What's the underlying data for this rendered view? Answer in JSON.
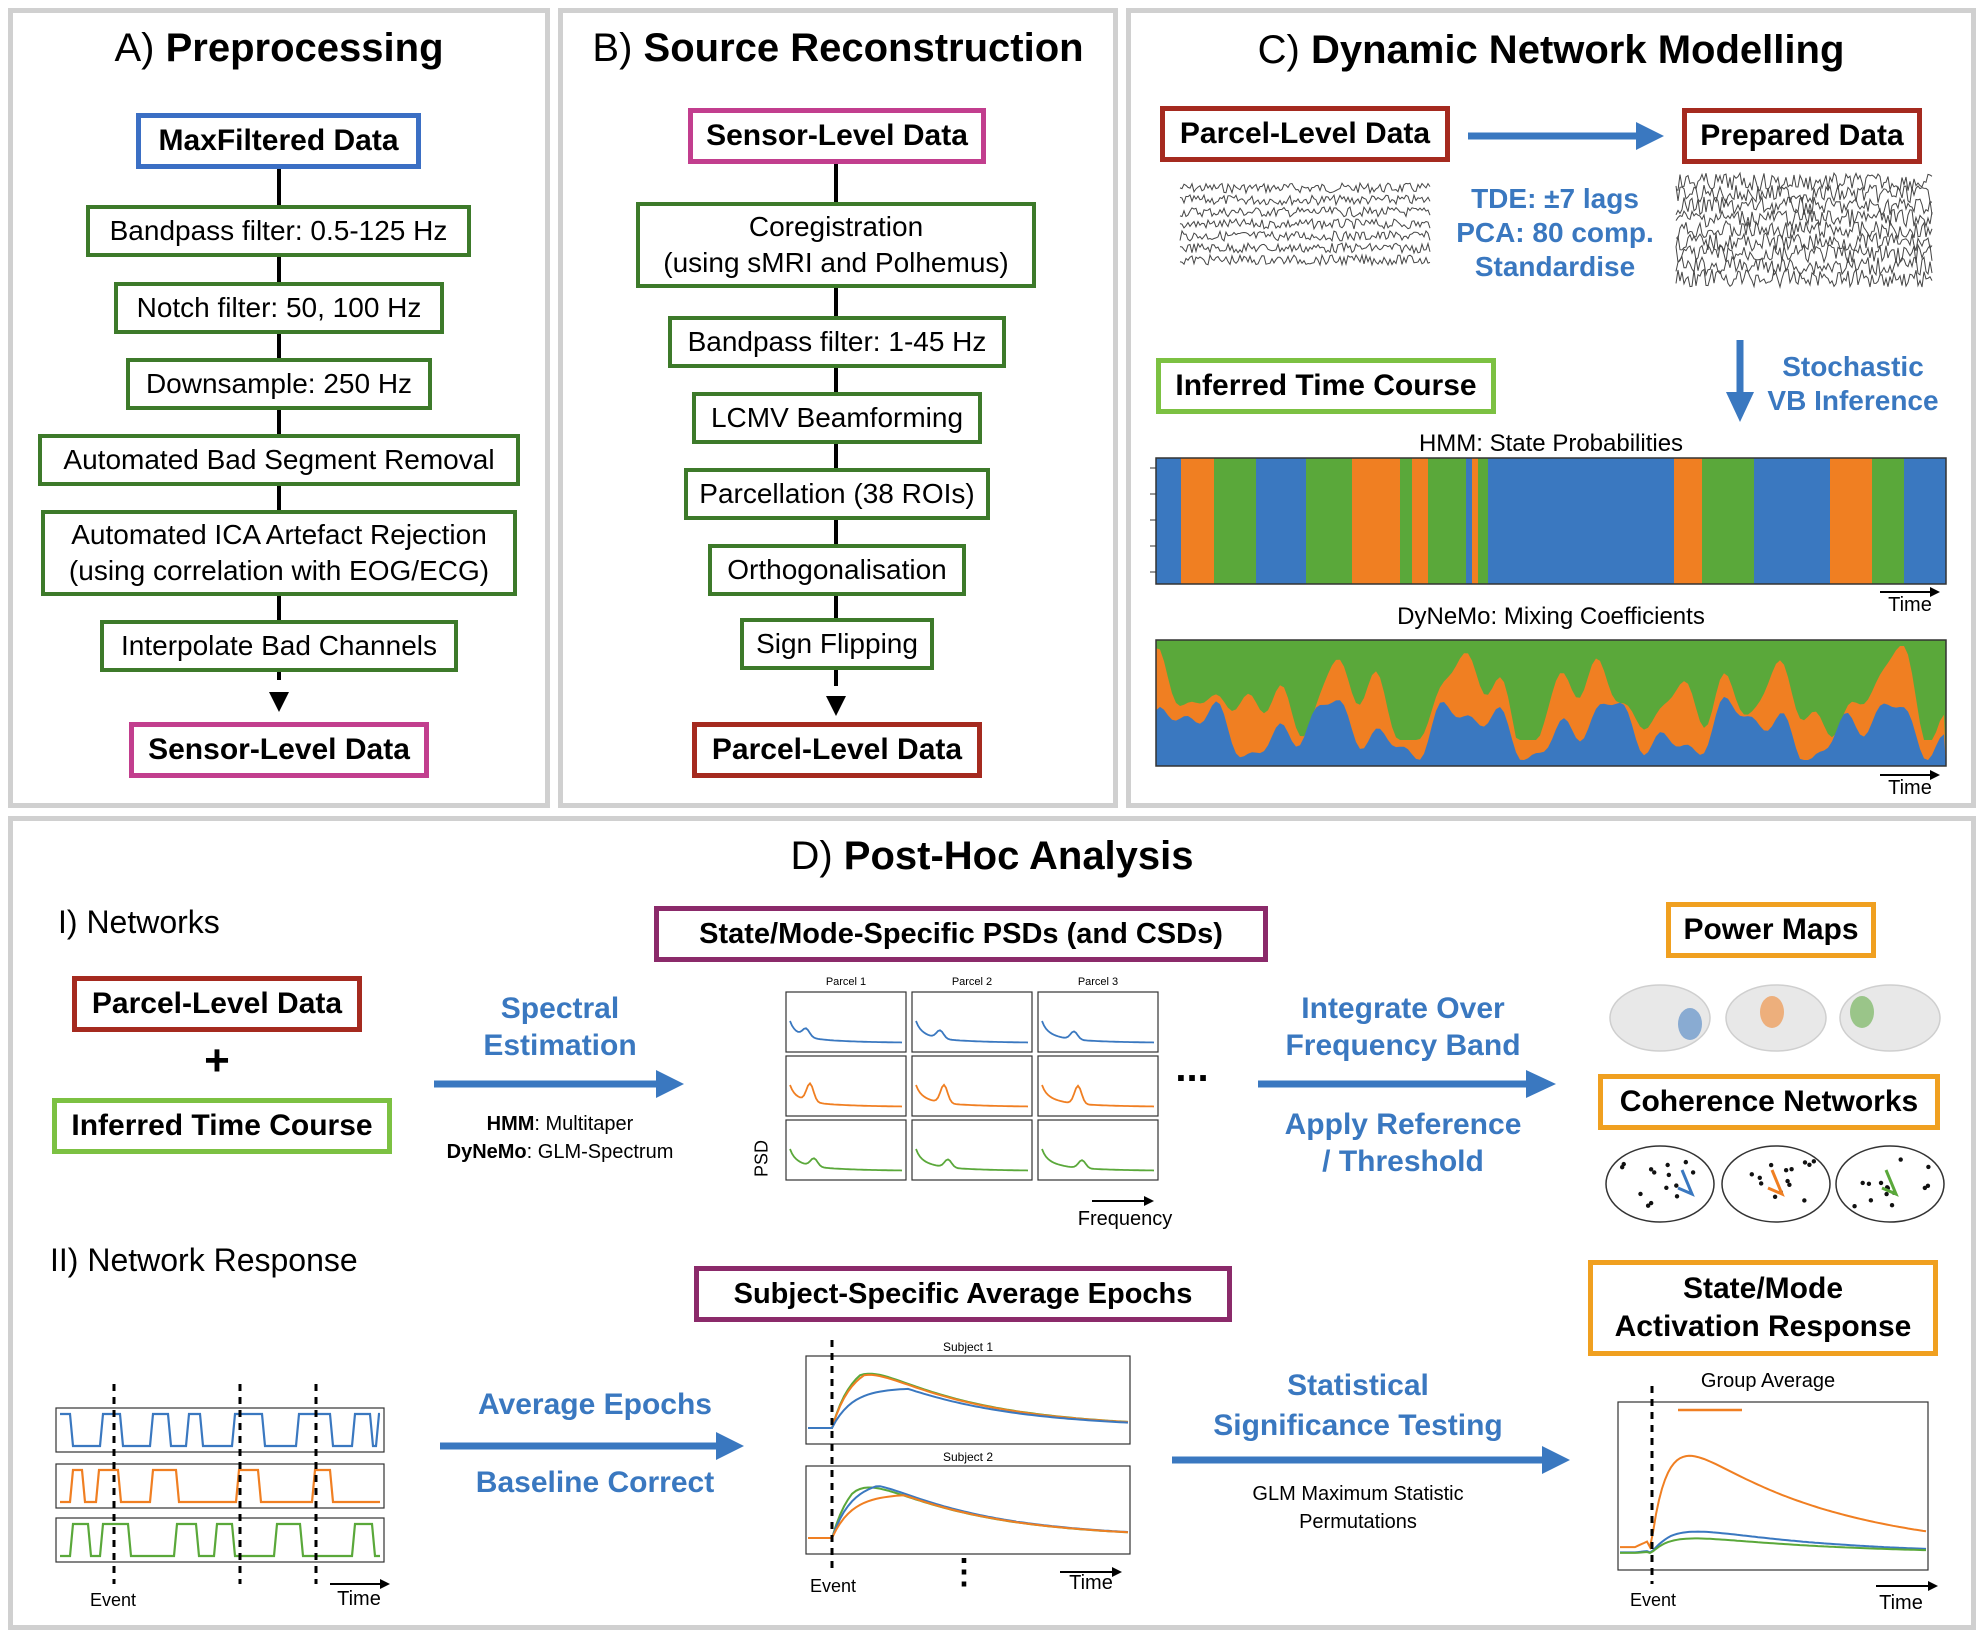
{
  "panels": {
    "a": {
      "letter": "A)",
      "title": "Preprocessing",
      "input": "MaxFiltered Data",
      "steps": [
        "Bandpass filter: 0.5-125 Hz",
        "Notch filter: 50, 100 Hz",
        "Downsample: 250 Hz",
        "Automated Bad Segment Removal",
        "Automated ICA Artefact Rejection",
        "(using correlation with EOG/ECG)",
        "Interpolate Bad Channels"
      ],
      "output": "Sensor-Level Data"
    },
    "b": {
      "letter": "B)",
      "title": "Source Reconstruction",
      "input": "Sensor-Level Data",
      "steps": [
        "Coregistration",
        "(using sMRI and Polhemus)",
        "Bandpass filter: 1-45 Hz",
        "LCMV Beamforming",
        "Parcellation (38 ROIs)",
        "Orthogonalisation",
        "Sign Flipping"
      ],
      "output": "Parcel-Level Data"
    },
    "c": {
      "letter": "C)",
      "title": "Dynamic Network Modelling",
      "parcel": "Parcel-Level Data",
      "prepared": "Prepared Data",
      "prep_steps": [
        "TDE: ±7 lags",
        "PCA: 80 comp.",
        "Standardise"
      ],
      "inference": [
        "Stochastic",
        "VB Inference"
      ],
      "itc": "Inferred Time Course",
      "hmm_title": "HMM: State Probabilities",
      "dynemo_title": "DyNeMo: Mixing Coefficients",
      "time": "Time"
    },
    "d": {
      "letter": "D)",
      "title": "Post-Hoc Analysis",
      "net_label": "I) Networks",
      "resp_label": "II) Network Response",
      "parcel": "Parcel-Level Data",
      "plus": "+",
      "itc": "Inferred Time Course",
      "spectral": [
        "Spectral",
        "Estimation"
      ],
      "hmm_bold": "HMM",
      "hmm_method": ": Multitaper",
      "dynemo_bold": "DyNeMo",
      "dynemo_method": ": GLM-Spectrum",
      "psd_box": "State/Mode-Specific PSDs (and CSDs)",
      "parcels": [
        "Parcel 1",
        "Parcel 2",
        "Parcel 3"
      ],
      "psd_label": "PSD",
      "freq_label": "Frequency",
      "dots": "...",
      "integrate": [
        "Integrate Over",
        "Frequency Band"
      ],
      "apply": [
        "Apply Reference",
        "/ Threshold"
      ],
      "power_maps": "Power Maps",
      "coherence": "Coherence Networks",
      "avg_epochs": "Average Epochs",
      "baseline": "Baseline Correct",
      "subject_box": "Subject-Specific Average Epochs",
      "subjects": [
        "Subject 1",
        "Subject 2"
      ],
      "event": "Event",
      "time": "Time",
      "vdots": "⋮",
      "stat": [
        "Statistical",
        "Significance Testing"
      ],
      "glm": [
        "GLM Maximum Statistic",
        "Permutations"
      ],
      "activation": [
        "State/Mode",
        "Activation Response"
      ],
      "group_avg": "Group Average"
    }
  },
  "colors": {
    "blue": "#3a78c0",
    "orange": "#f07f22",
    "green": "#5aa83a",
    "step_border": "#3d7a2a"
  }
}
